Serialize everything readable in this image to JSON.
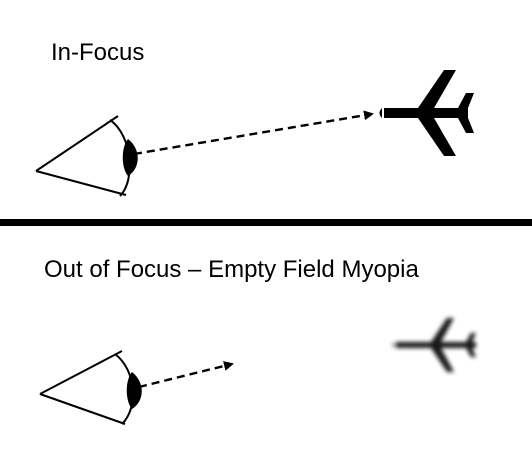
{
  "sections": {
    "top": {
      "label": "In-Focus",
      "state": "sharp"
    },
    "bottom": {
      "label": "Out of Focus – Empty Field Myopia",
      "state": "blurred"
    }
  },
  "icons": {
    "eye": "eye-icon",
    "arrow": "dashed-arrow",
    "airplane": "airplane-icon"
  },
  "colors": {
    "ink": "#000000",
    "background": "#ffffff"
  }
}
